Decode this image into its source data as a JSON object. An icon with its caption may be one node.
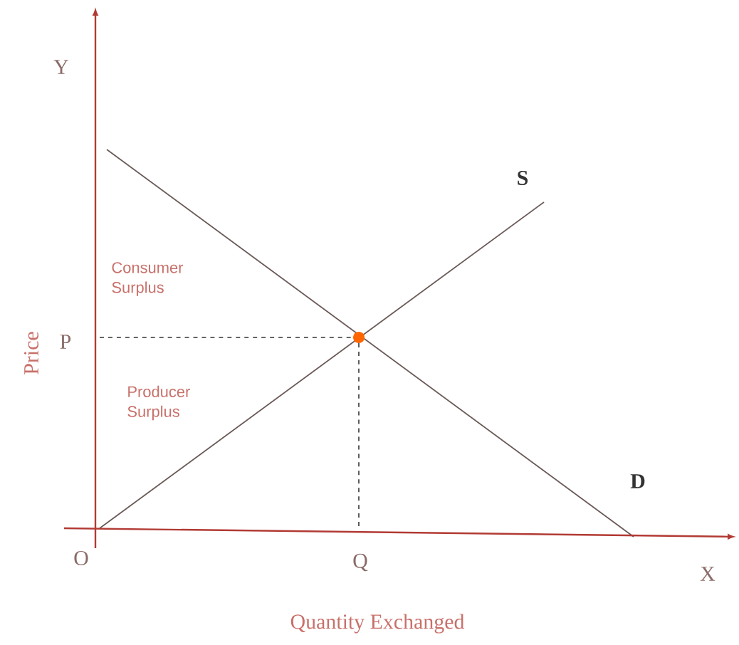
{
  "diagram": {
    "labels": [
      "Y",
      "S",
      "Consumer Surplus",
      "Price",
      "P",
      "Producer Surplus",
      "D",
      "O",
      "Q",
      "X",
      "Quantity Exchanged"
    ]
  }
}
